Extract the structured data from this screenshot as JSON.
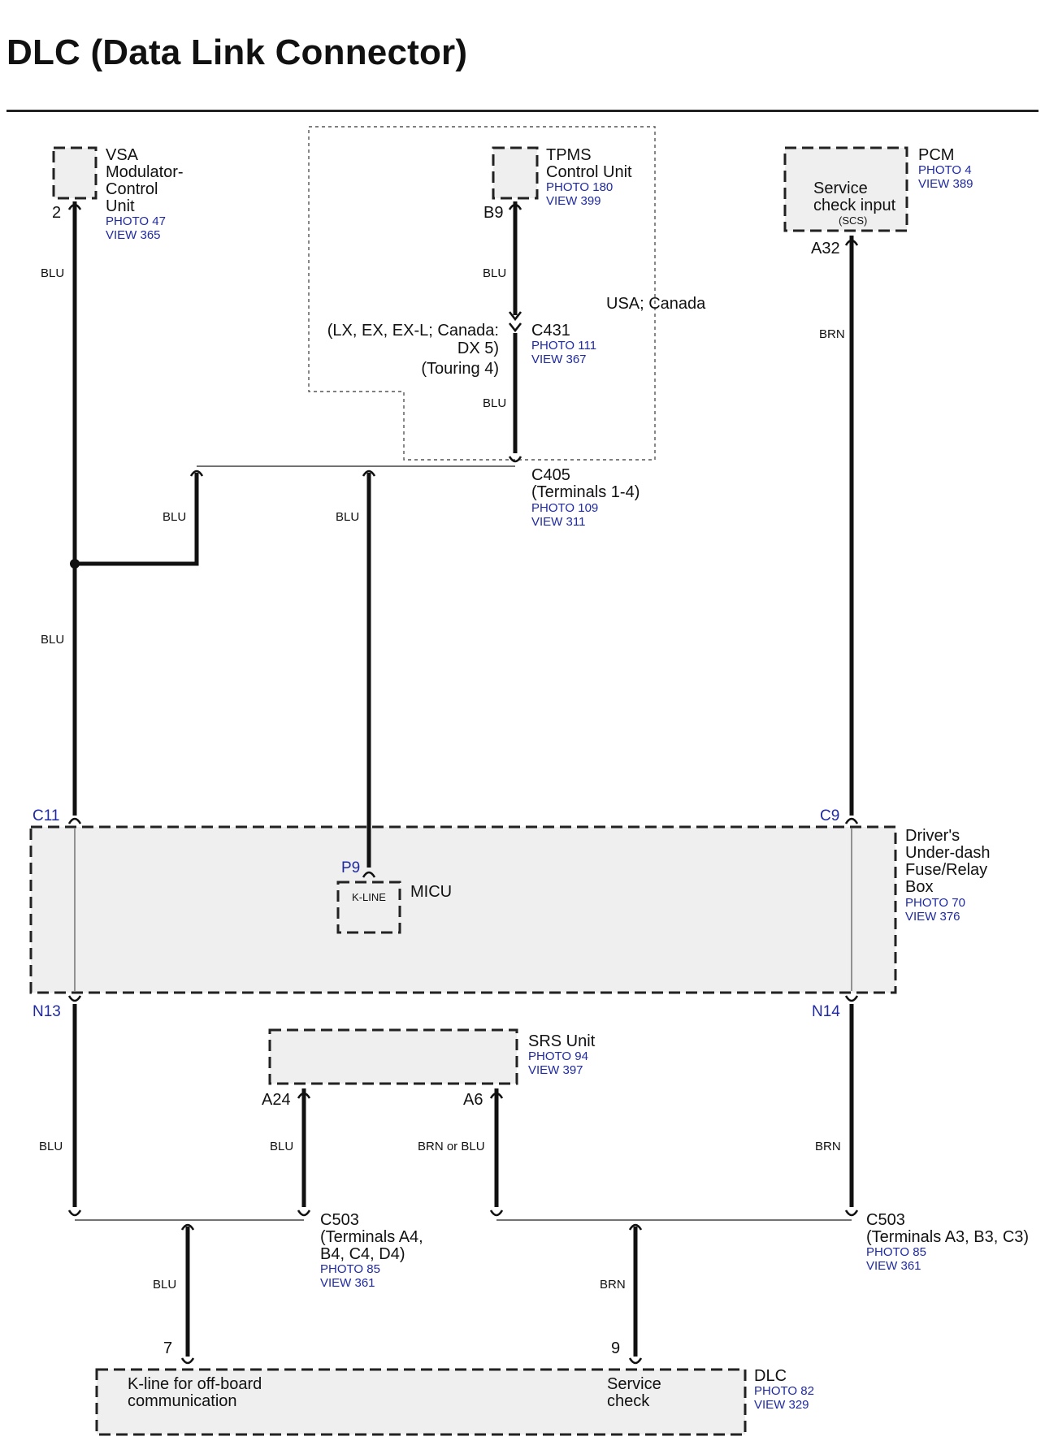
{
  "title": "DLC (Data Link Connector)",
  "components": {
    "vsa": {
      "name_lines": [
        "VSA",
        "Modulator-",
        "Control",
        "Unit"
      ],
      "photo": "PHOTO 47",
      "view": "VIEW 365",
      "pin": "2"
    },
    "tpms": {
      "name_lines": [
        "TPMS",
        "Control Unit"
      ],
      "photo": "PHOTO 180",
      "view": "VIEW 399",
      "pin": "B9"
    },
    "pcm": {
      "name": "PCM",
      "photo": "PHOTO 4",
      "view": "VIEW 389",
      "inner_lines": [
        "Service",
        "check input"
      ],
      "inner_sub": "(SCS)",
      "pin": "A32"
    },
    "fuse_box": {
      "name_lines": [
        "Driver's",
        "Under-dash",
        "Fuse/Relay",
        "Box"
      ],
      "photo": "PHOTO 70",
      "view": "VIEW 376",
      "pins": {
        "top_left": "C11",
        "top_right": "C9",
        "bottom_left": "N13",
        "bottom_right": "N14"
      }
    },
    "micu": {
      "name": "MICU",
      "inner": "K-LINE",
      "pin": "P9"
    },
    "srs": {
      "name": "SRS Unit",
      "photo": "PHOTO 94",
      "view": "VIEW 397",
      "pin_left": "A24",
      "pin_right": "A6"
    },
    "dlc": {
      "name": "DLC",
      "photo": "PHOTO 82",
      "view": "VIEW 329",
      "left_lines": [
        "K-line for off-board",
        "communication"
      ],
      "right_lines": [
        "Service",
        "check"
      ],
      "pin_left": "7",
      "pin_right": "9"
    }
  },
  "connectors": {
    "c431": {
      "name": "C431",
      "photo": "PHOTO 111",
      "view": "VIEW 367"
    },
    "c405": {
      "name": "C405",
      "terminals": "(Terminals 1-4)",
      "photo": "PHOTO 109",
      "view": "VIEW 311"
    },
    "c503_left": {
      "name": "C503",
      "terminals_lines": [
        "(Terminals A4,",
        "B4, C4, D4)"
      ],
      "photo": "PHOTO 85",
      "view": "VIEW 361"
    },
    "c503_right": {
      "name": "C503",
      "terminals": "(Terminals A3, B3, C3)",
      "photo": "PHOTO 85",
      "view": "VIEW 361"
    }
  },
  "region_labels": {
    "usa_canada": "USA; Canada",
    "trim_lines": [
      "(LX, EX, EX-L; Canada:",
      "DX 5)",
      "(Touring 4)"
    ]
  },
  "wire_colors": {
    "vsa_top": "BLU",
    "tpms_top": "BLU",
    "tpms_mid": "BLU",
    "pcm": "BRN",
    "branch_left": "BLU",
    "branch_mid": "BLU",
    "vsa_lower": "BLU",
    "n13": "BLU",
    "a24": "BLU",
    "a6": "BRN or BLU",
    "n14": "BRN",
    "dlc7": "BLU",
    "dlc9": "BRN"
  }
}
